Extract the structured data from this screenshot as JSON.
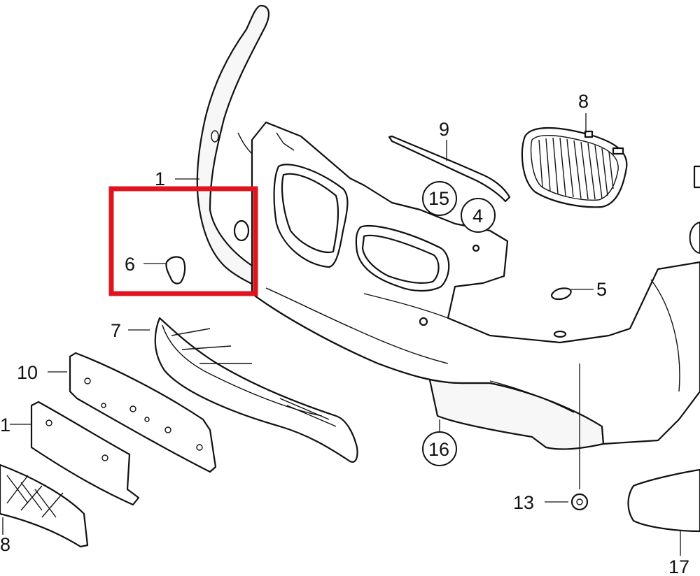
{
  "highlight_color": "#e0141e",
  "callouts": {
    "c1": "1",
    "c6": "6",
    "c7": "7",
    "c10": "10",
    "c11": "1",
    "c18": "8",
    "c8": "8",
    "c9": "9",
    "c15": "15",
    "c4": "4",
    "c5": "5",
    "c16": "16",
    "c13": "13",
    "c17": "17"
  },
  "icons": {
    "highlight": "red-selection-rectangle",
    "parts": [
      "bumper-cover",
      "kidney-grille",
      "reinforcement-strip",
      "lower-grille",
      "license-plate-base",
      "license-plate-holder",
      "honeycomb-grille",
      "expanding-nut",
      "towing-eye-cover",
      "air-duct"
    ]
  }
}
